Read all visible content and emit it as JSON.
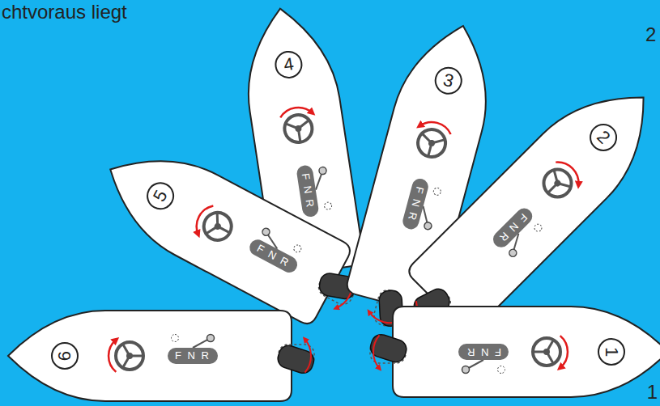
{
  "diagram": {
    "nodes": [
      {
        "text": [
          "1",
          "F N R"
        ]
      },
      {
        "text": [
          "2",
          "F N R"
        ]
      },
      {
        "text": [
          "3",
          "F N R"
        ]
      },
      {
        "text": [
          "4",
          "F N R"
        ]
      },
      {
        "text": [
          "5",
          "F N R"
        ]
      },
      {
        "text": [
          "6",
          "F N R"
        ]
      }
    ],
    "labels": [
      "chtvoraus liegt",
      "2",
      "1"
    ]
  }
}
